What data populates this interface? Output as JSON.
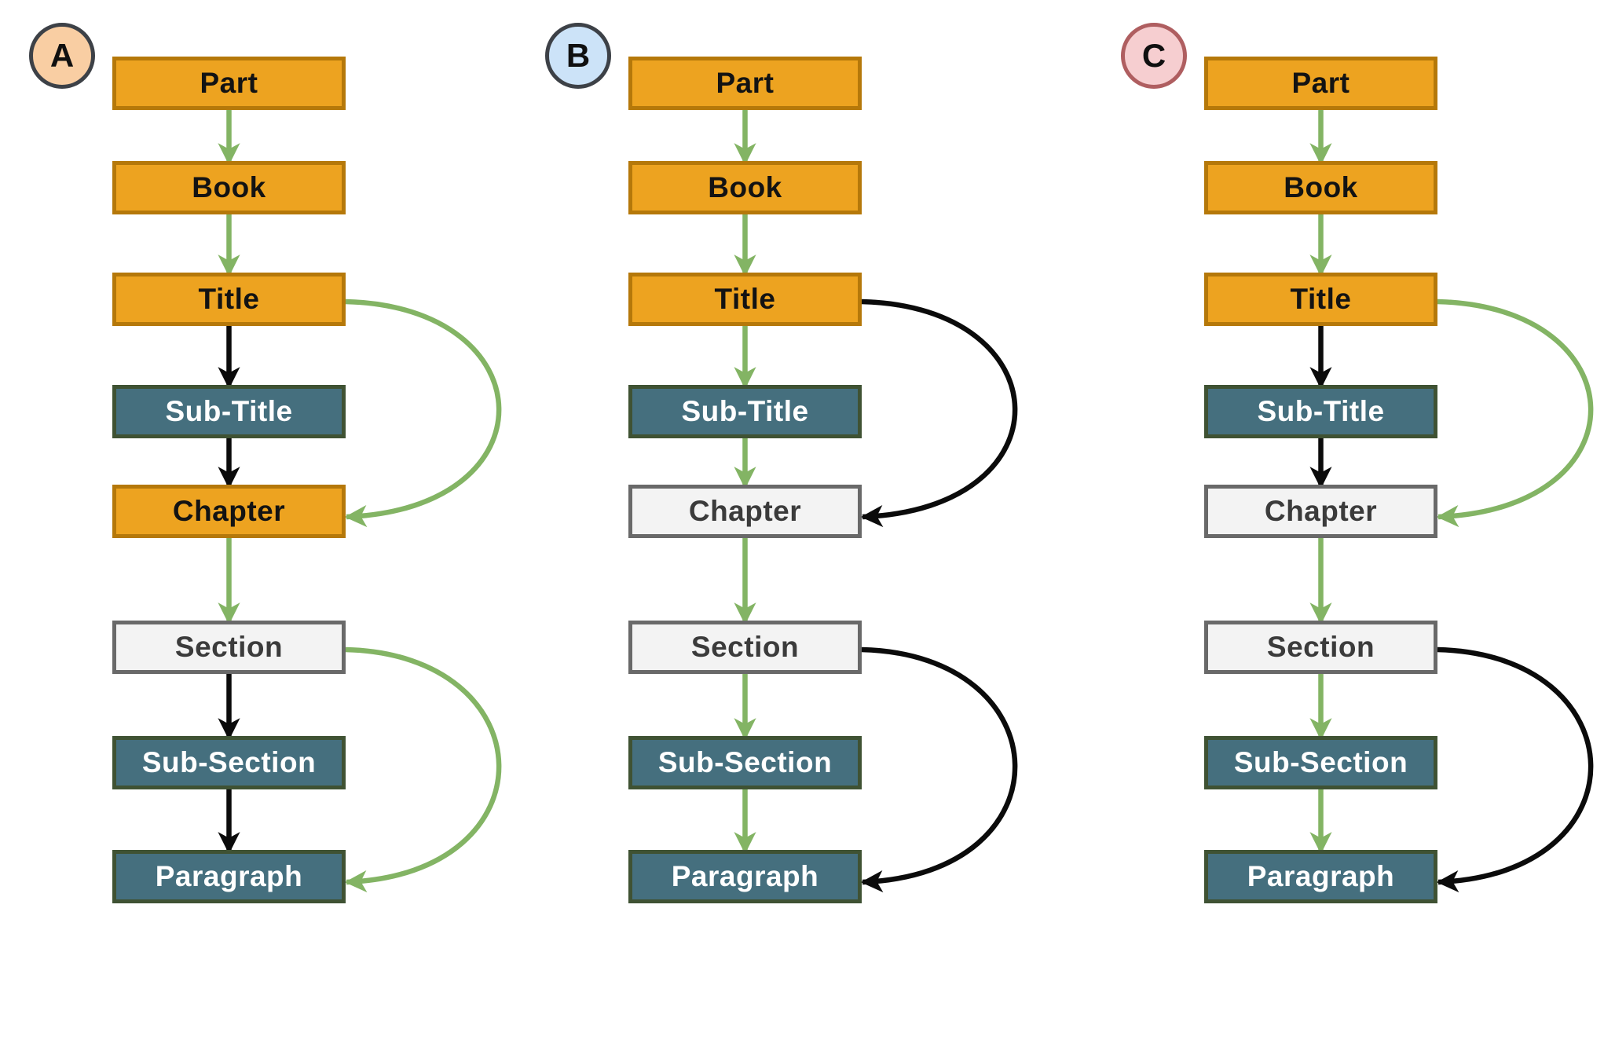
{
  "page": {
    "background": "#FFFFFF"
  },
  "colors": {
    "green_arrow": "#83B464",
    "black_arrow": "#0B0B0B",
    "node_styles": {
      "orange": {
        "fill": "#EDA320",
        "border": "#B5780A",
        "text": "#131313"
      },
      "teal": {
        "fill": "#456F7E",
        "border": "#3F5233",
        "text": "#FFFFFF"
      },
      "light": {
        "fill": "#F3F3F3",
        "border": "#696969",
        "text": "#3B3B3B"
      }
    }
  },
  "diagrams": [
    {
      "label": "A",
      "badge": {
        "fill": "#F9CEA3",
        "border": "#3D4147"
      },
      "nodes": [
        {
          "id": "part",
          "label": "Part",
          "style": "orange"
        },
        {
          "id": "book",
          "label": "Book",
          "style": "orange"
        },
        {
          "id": "title",
          "label": "Title",
          "style": "orange"
        },
        {
          "id": "subtitle",
          "label": "Sub-Title",
          "style": "teal"
        },
        {
          "id": "chapter",
          "label": "Chapter",
          "style": "orange"
        },
        {
          "id": "section",
          "label": "Section",
          "style": "light"
        },
        {
          "id": "subsection",
          "label": "Sub-Section",
          "style": "teal"
        },
        {
          "id": "paragraph",
          "label": "Paragraph",
          "style": "teal"
        }
      ],
      "edges": [
        {
          "from": "part",
          "to": "book",
          "color": "green",
          "shape": "straight"
        },
        {
          "from": "book",
          "to": "title",
          "color": "green",
          "shape": "straight"
        },
        {
          "from": "title",
          "to": "subtitle",
          "color": "black",
          "shape": "straight"
        },
        {
          "from": "subtitle",
          "to": "chapter",
          "color": "black",
          "shape": "straight"
        },
        {
          "from": "title",
          "to": "chapter",
          "color": "green",
          "shape": "curve"
        },
        {
          "from": "chapter",
          "to": "section",
          "color": "green",
          "shape": "straight"
        },
        {
          "from": "section",
          "to": "subsection",
          "color": "black",
          "shape": "straight"
        },
        {
          "from": "subsection",
          "to": "paragraph",
          "color": "black",
          "shape": "straight"
        },
        {
          "from": "section",
          "to": "paragraph",
          "color": "green",
          "shape": "curve"
        }
      ]
    },
    {
      "label": "B",
      "badge": {
        "fill": "#CCE3F8",
        "border": "#3D4147"
      },
      "nodes": [
        {
          "id": "part",
          "label": "Part",
          "style": "orange"
        },
        {
          "id": "book",
          "label": "Book",
          "style": "orange"
        },
        {
          "id": "title",
          "label": "Title",
          "style": "orange"
        },
        {
          "id": "subtitle",
          "label": "Sub-Title",
          "style": "teal"
        },
        {
          "id": "chapter",
          "label": "Chapter",
          "style": "light"
        },
        {
          "id": "section",
          "label": "Section",
          "style": "light"
        },
        {
          "id": "subsection",
          "label": "Sub-Section",
          "style": "teal"
        },
        {
          "id": "paragraph",
          "label": "Paragraph",
          "style": "teal"
        }
      ],
      "edges": [
        {
          "from": "part",
          "to": "book",
          "color": "green",
          "shape": "straight"
        },
        {
          "from": "book",
          "to": "title",
          "color": "green",
          "shape": "straight"
        },
        {
          "from": "title",
          "to": "subtitle",
          "color": "green",
          "shape": "straight"
        },
        {
          "from": "subtitle",
          "to": "chapter",
          "color": "green",
          "shape": "straight"
        },
        {
          "from": "title",
          "to": "chapter",
          "color": "black",
          "shape": "curve"
        },
        {
          "from": "chapter",
          "to": "section",
          "color": "green",
          "shape": "straight"
        },
        {
          "from": "section",
          "to": "subsection",
          "color": "green",
          "shape": "straight"
        },
        {
          "from": "subsection",
          "to": "paragraph",
          "color": "green",
          "shape": "straight"
        },
        {
          "from": "section",
          "to": "paragraph",
          "color": "black",
          "shape": "curve"
        }
      ]
    },
    {
      "label": "C",
      "badge": {
        "fill": "#F6CED0",
        "border": "#AF5E60"
      },
      "nodes": [
        {
          "id": "part",
          "label": "Part",
          "style": "orange"
        },
        {
          "id": "book",
          "label": "Book",
          "style": "orange"
        },
        {
          "id": "title",
          "label": "Title",
          "style": "orange"
        },
        {
          "id": "subtitle",
          "label": "Sub-Title",
          "style": "teal"
        },
        {
          "id": "chapter",
          "label": "Chapter",
          "style": "light"
        },
        {
          "id": "section",
          "label": "Section",
          "style": "light"
        },
        {
          "id": "subsection",
          "label": "Sub-Section",
          "style": "teal"
        },
        {
          "id": "paragraph",
          "label": "Paragraph",
          "style": "teal"
        }
      ],
      "edges": [
        {
          "from": "part",
          "to": "book",
          "color": "green",
          "shape": "straight"
        },
        {
          "from": "book",
          "to": "title",
          "color": "green",
          "shape": "straight"
        },
        {
          "from": "title",
          "to": "subtitle",
          "color": "black",
          "shape": "straight"
        },
        {
          "from": "subtitle",
          "to": "chapter",
          "color": "black",
          "shape": "straight"
        },
        {
          "from": "title",
          "to": "chapter",
          "color": "green",
          "shape": "curve"
        },
        {
          "from": "chapter",
          "to": "section",
          "color": "green",
          "shape": "straight"
        },
        {
          "from": "section",
          "to": "subsection",
          "color": "green",
          "shape": "straight"
        },
        {
          "from": "subsection",
          "to": "paragraph",
          "color": "green",
          "shape": "straight"
        },
        {
          "from": "section",
          "to": "paragraph",
          "color": "black",
          "shape": "curve"
        }
      ]
    }
  ]
}
